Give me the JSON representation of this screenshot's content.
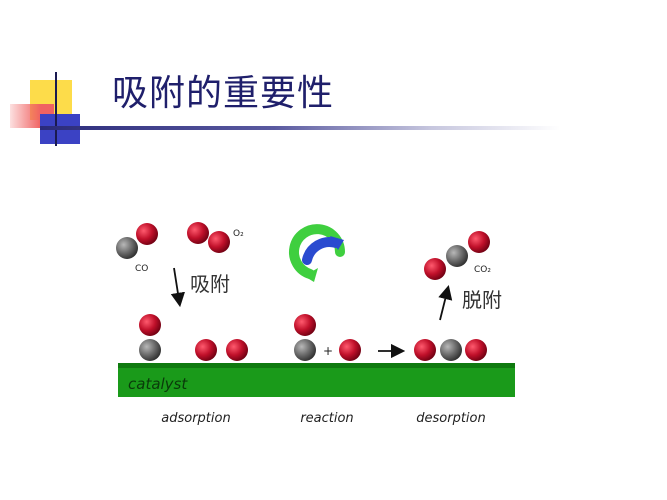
{
  "slide": {
    "title": "吸附的重要性"
  },
  "diagram": {
    "catalyst_label": "catalyst",
    "stages": [
      "adsorption",
      "reaction",
      "desorption"
    ],
    "molecule_labels": {
      "co": "CO",
      "o2": "O₂",
      "co2": "CO₂"
    },
    "annotations": {
      "adsorb": "吸附",
      "desorb": "脱附"
    },
    "plus": "+",
    "colors": {
      "oxygen": "#c0102a",
      "carbon": "#606060",
      "catalyst": "#1a9a1a",
      "cycle_blue": "#2a4bd0",
      "cycle_green": "#3fcf3f"
    }
  }
}
